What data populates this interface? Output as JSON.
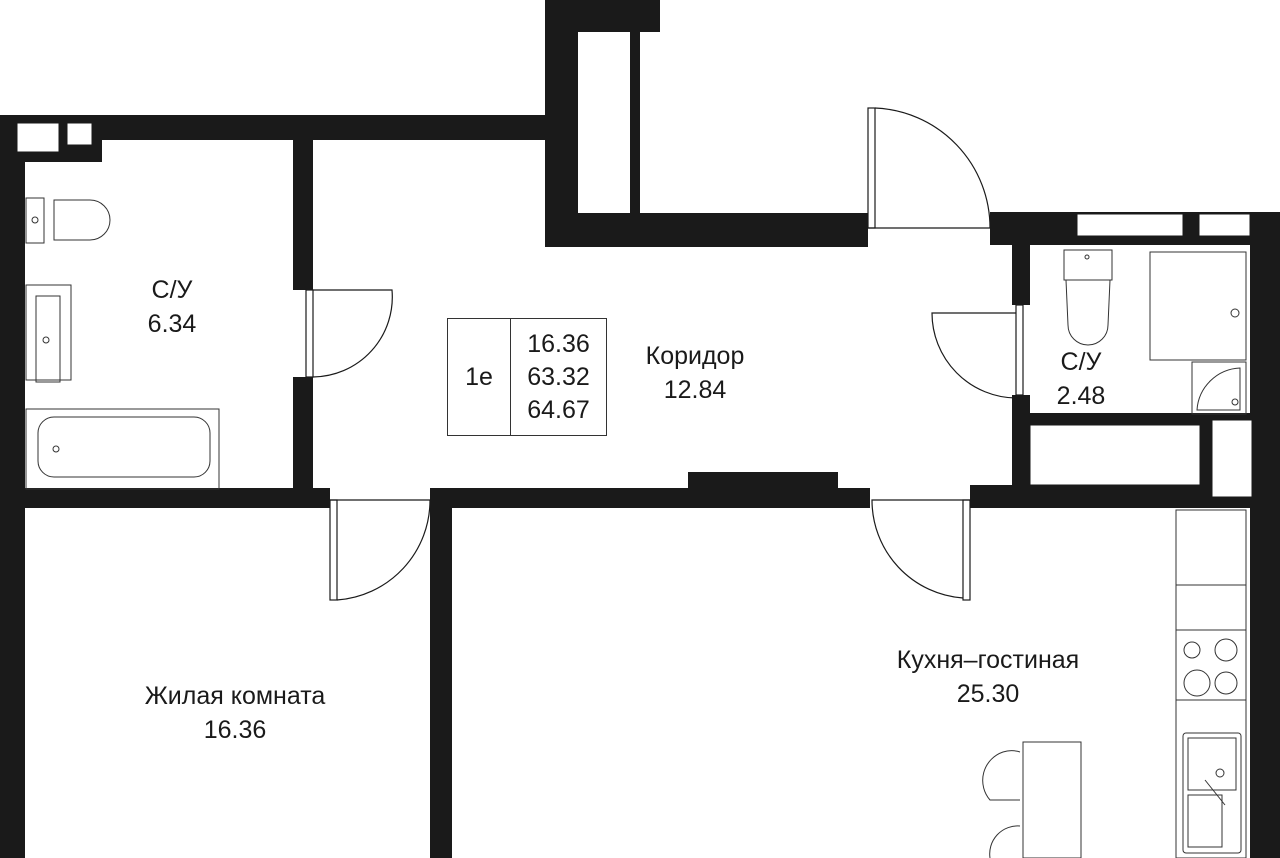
{
  "apartment": {
    "type": "1е",
    "living_area": "16.36",
    "total_area": "63.32",
    "total_area_with_balcony": "64.67"
  },
  "rooms": [
    {
      "name": "С/У",
      "area": "6.34"
    },
    {
      "name": "Коридор",
      "area": "12.84"
    },
    {
      "name": "С/У",
      "area": "2.48"
    },
    {
      "name": "Жилая комната",
      "area": "16.36"
    },
    {
      "name": "Кухня–гостиная",
      "area": "25.30"
    }
  ],
  "colors": {
    "wall": "#1a1a1a",
    "background": "#ffffff"
  }
}
